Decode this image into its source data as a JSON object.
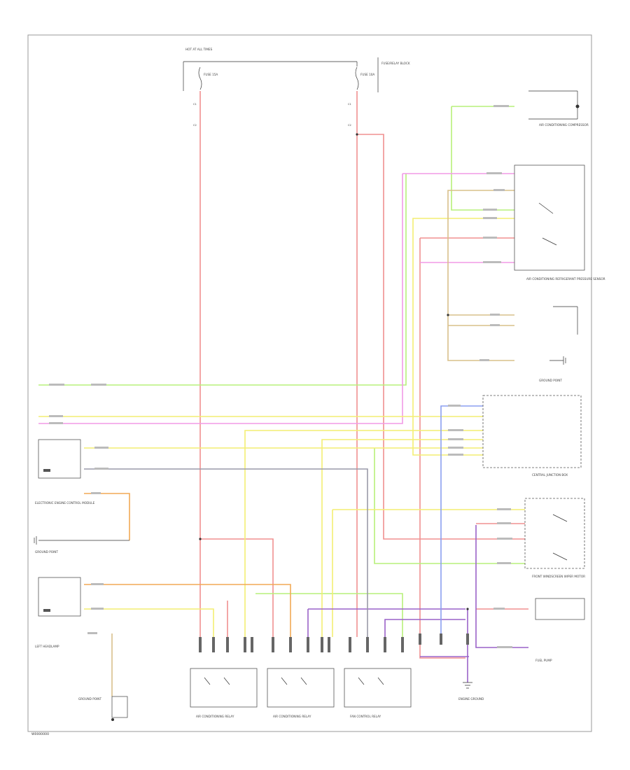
{
  "colors": {
    "red": "#f09090",
    "pink": "#f29ae6",
    "green": "#a2e46a",
    "lightgreen": "#b7f07a",
    "yellow": "#f4ee72",
    "orange": "#f2a955",
    "tan": "#d8c08a",
    "purple": "#9a62c8",
    "gray": "#9a9aa8",
    "blue": "#8a9ef0",
    "black": "#333333"
  },
  "labels": {
    "hot_at_all": "HOT AT ALL TIMES",
    "fuse_left": "FUSE 15A",
    "fuse_right": "FUSE 10A",
    "fuse_block": "FUSE/RELAY BLOCK",
    "comp_top_right": "AIR CONDITIONING COMPRESSOR",
    "comp_switch_box": "AIR CONDITIONING REFRIGERANT PRESSURE SENSOR",
    "comp_ground_right": "GROUND POINT",
    "comp_central": "CENTRAL JUNCTION BOX",
    "comp_right_lower": "FRONT WINDSCREEN WIPER MOTOR",
    "comp_right_bottom": "FUEL PUMP",
    "comp_left_top": "ELECTRONIC ENGINE CONTROL MODULE",
    "comp_left_ground": "GROUND POINT",
    "comp_left_bottom": "LEFT HEADLAMP",
    "comp_left_bottom_ground": "GROUND POINT",
    "relay_1": "AIR CONDITIONING RELAY",
    "relay_2": "AIR CONDITIONING RELAY",
    "relay_3": "FAN CONTROL RELAY",
    "engine_ground": "ENGINE GROUND",
    "footer": "W0000000"
  },
  "wires": [
    {
      "name": "wire-red-left",
      "color": "red"
    },
    {
      "name": "wire-red-right",
      "color": "red"
    },
    {
      "name": "wire-pink-top",
      "color": "pink"
    },
    {
      "name": "wire-green-top",
      "color": "green"
    },
    {
      "name": "wire-yellow-horizontal",
      "color": "yellow"
    },
    {
      "name": "wire-orange-horizontal",
      "color": "orange"
    },
    {
      "name": "wire-purple",
      "color": "purple"
    },
    {
      "name": "wire-gray",
      "color": "gray"
    }
  ]
}
